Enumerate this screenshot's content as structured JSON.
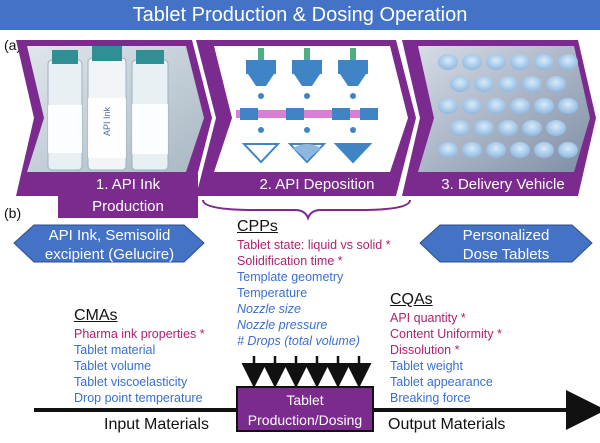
{
  "title": "Tablet Production & Dosing Operation",
  "panel_a": "(a)",
  "panel_b": "(b)",
  "steps": [
    {
      "label": "1. API Ink Production"
    },
    {
      "label": "2. API Deposition"
    },
    {
      "label": "3. Delivery Vehicle"
    }
  ],
  "vial_text": "API Ink",
  "inputs_hex": [
    "API Ink, Semisolid",
    "excipient (Gelucire)"
  ],
  "outputs_hex": [
    "Personalized",
    "Dose Tablets"
  ],
  "cpps": {
    "heading": "CPPs",
    "items": [
      {
        "text": "Tablet state: liquid vs solid *",
        "critical": true,
        "italic": false
      },
      {
        "text": "Solidification time *",
        "critical": true,
        "italic": false
      },
      {
        "text": "Template geometry",
        "critical": false,
        "italic": false
      },
      {
        "text": "Temperature",
        "critical": false,
        "italic": false
      },
      {
        "text": "Nozzle size",
        "critical": false,
        "italic": true
      },
      {
        "text": "Nozzle pressure",
        "critical": false,
        "italic": true
      },
      {
        "text": "# Drops (total volume)",
        "critical": false,
        "italic": true
      }
    ]
  },
  "cmas": {
    "heading": "CMAs",
    "items": [
      {
        "text": "Pharma ink properties *",
        "critical": true,
        "italic": false
      },
      {
        "text": "Tablet material",
        "critical": false,
        "italic": false
      },
      {
        "text": "Tablet volume",
        "critical": false,
        "italic": false
      },
      {
        "text": "Tablet viscoelasticity",
        "critical": false,
        "italic": false
      },
      {
        "text": "Drop point temperature",
        "critical": false,
        "italic": false
      }
    ]
  },
  "cqas": {
    "heading": "CQAs",
    "items": [
      {
        "text": "API quantity *",
        "critical": true,
        "italic": false
      },
      {
        "text": "Content Uniformity *",
        "critical": true,
        "italic": false
      },
      {
        "text": "Dissolution *",
        "critical": true,
        "italic": false
      },
      {
        "text": "Tablet weight",
        "critical": false,
        "italic": false
      },
      {
        "text": "Tablet appearance",
        "critical": false,
        "italic": false
      },
      {
        "text": "Breaking force",
        "critical": false,
        "italic": false
      }
    ]
  },
  "process_box": [
    "Tablet",
    "Production/Dosing"
  ],
  "input_materials": "Input Materials",
  "output_materials": "Output Materials",
  "colors": {
    "purple": "#7b2a8e",
    "blue": "#4472c4",
    "critical": "#b0226e",
    "normal": "#3b6fd1"
  }
}
